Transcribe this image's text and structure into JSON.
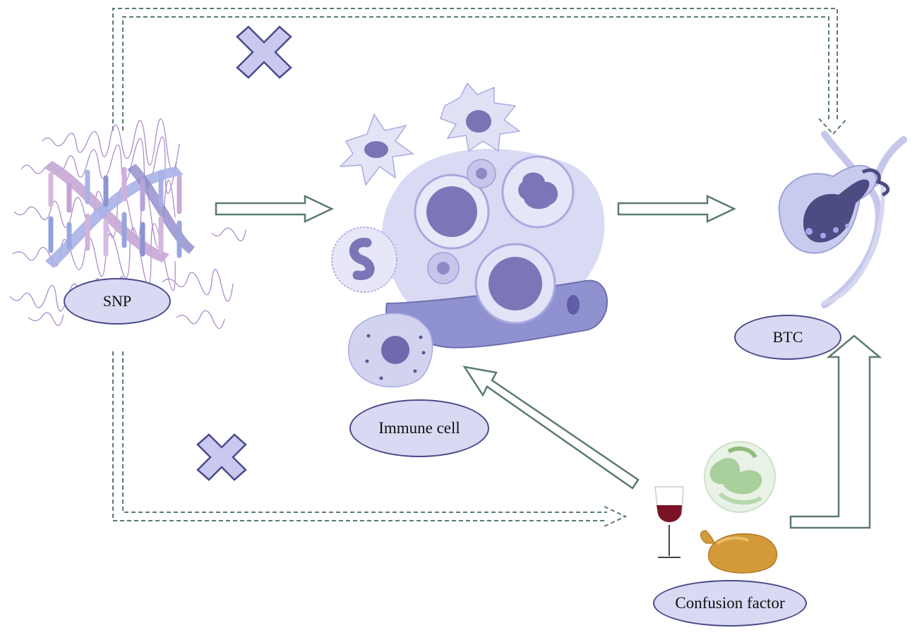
{
  "labels": {
    "snp": "SNP",
    "immune_cell": "Immune cell",
    "btc": "BTC",
    "confusion_factor": "Confusion factor"
  },
  "colors": {
    "arrow_stroke": "#5b7a6e",
    "cross_fill": "#c9c8ef",
    "cross_stroke": "#4b4a8a",
    "label_fill": "#d9d9f3",
    "cell_fill": "#c5c6ea",
    "nucleus": "#6f6aad"
  },
  "icons": {
    "dna": "dna-helix-icon",
    "immune_cells": "immune-cell-cluster-icon",
    "gallbladder": "gallbladder-icon",
    "wine": "wine-glass-icon",
    "vegetable": "leafy-vegetable-icon",
    "meat": "roast-chicken-icon",
    "cross": "cross-icon"
  }
}
